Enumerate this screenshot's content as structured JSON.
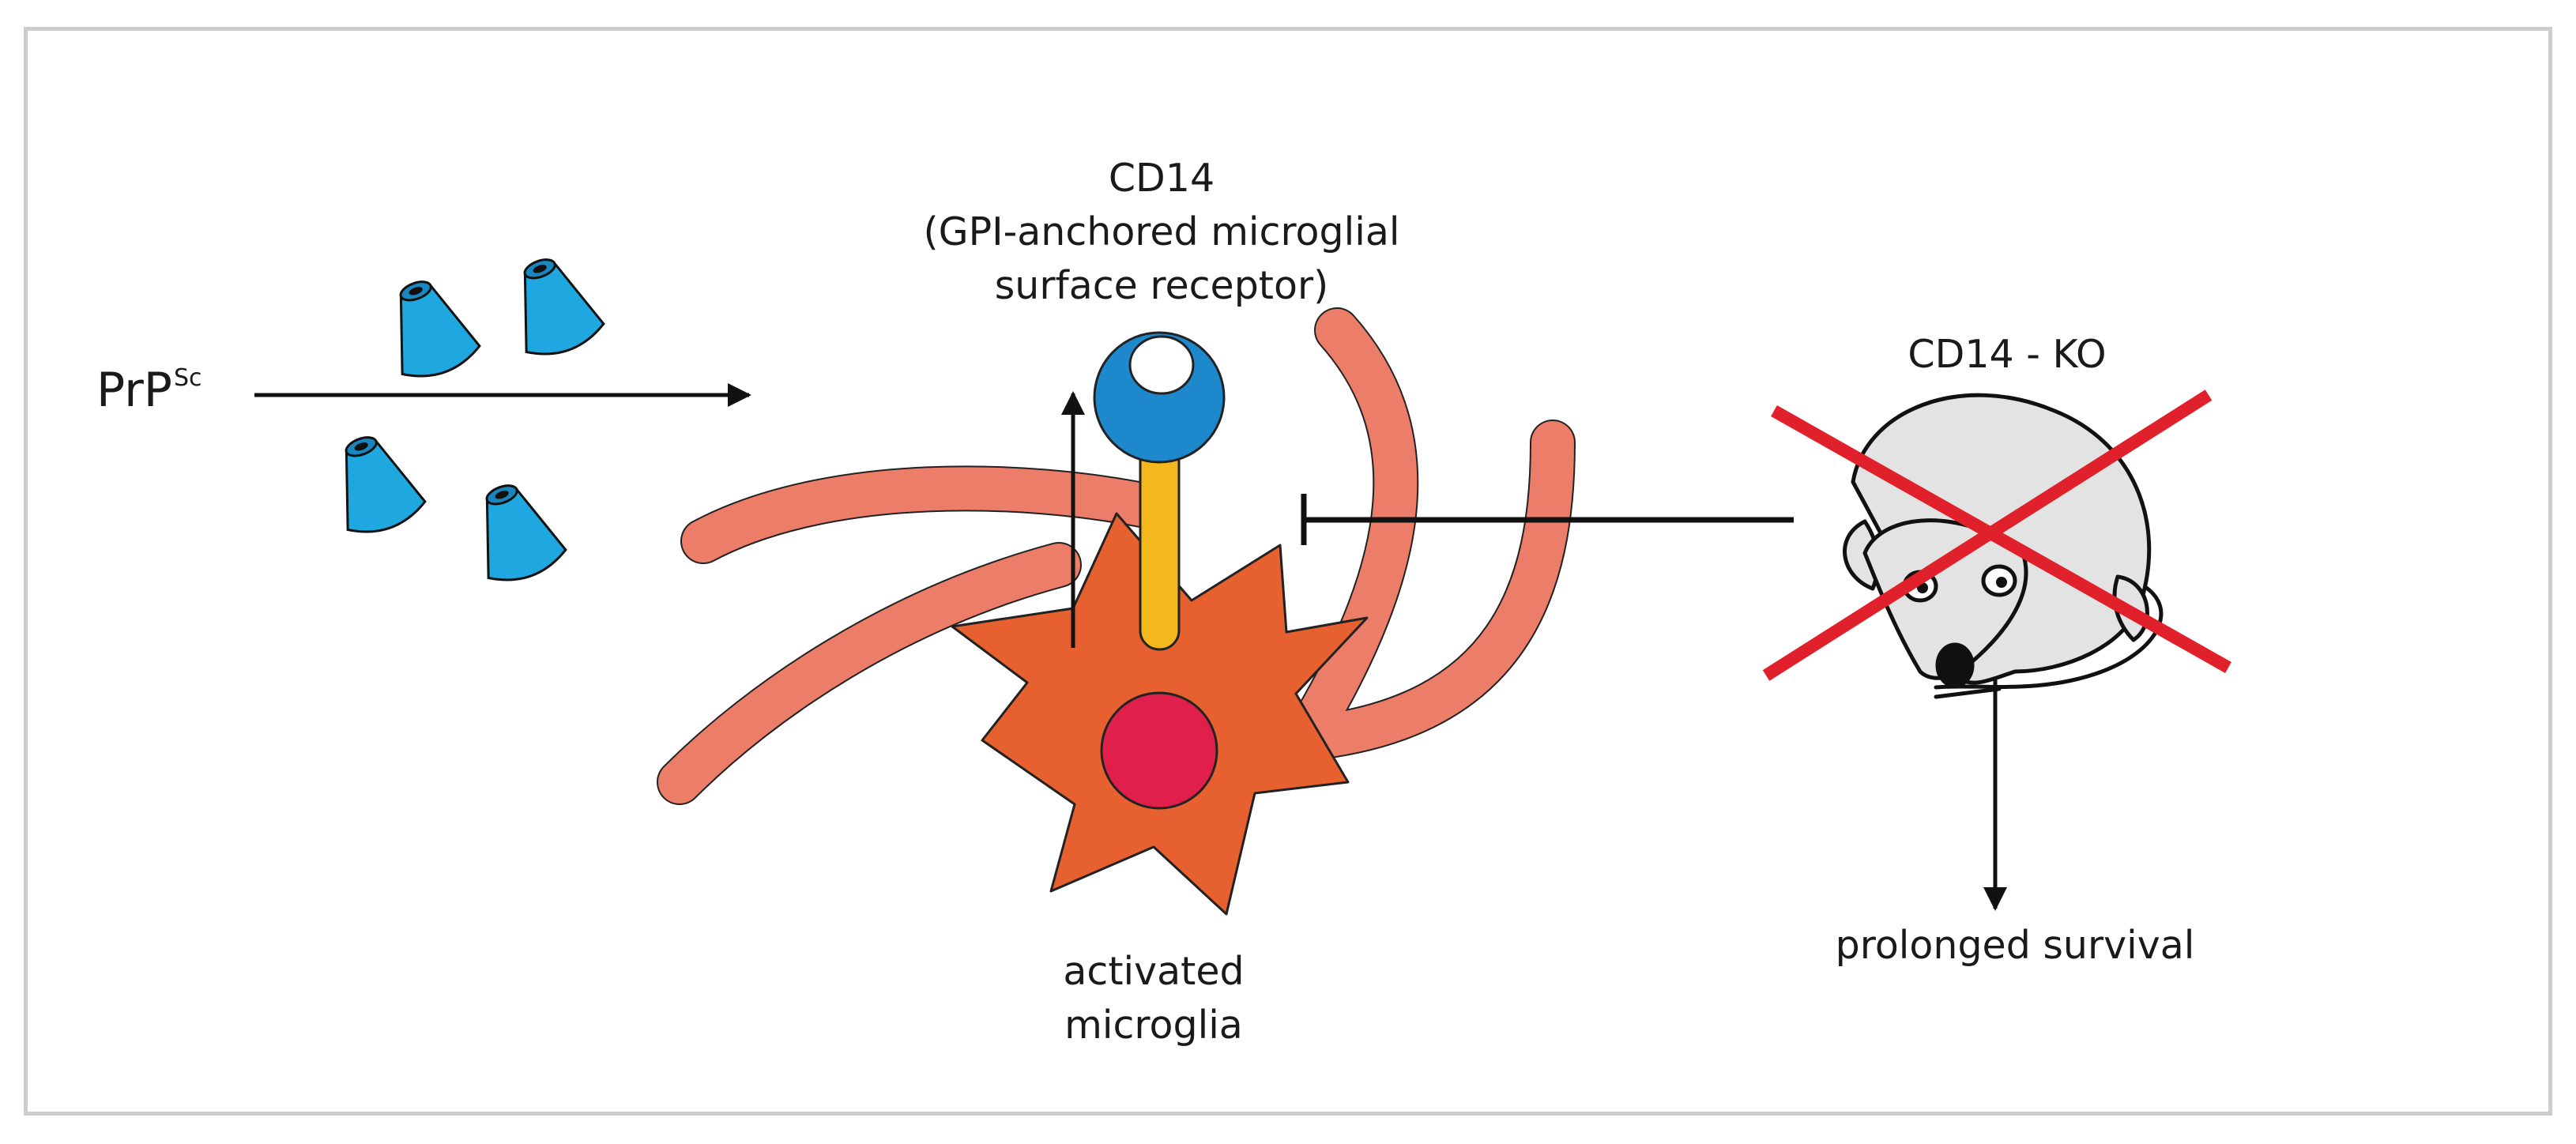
{
  "labels": {
    "prion": "PrP",
    "prion_superscript": "Sc",
    "receptor_name": "CD14",
    "receptor_desc_line1": "(GPI-anchored microglial",
    "receptor_desc_line2": "surface receptor)",
    "knockout": "CD14 - KO",
    "cell_line1": "activated",
    "cell_line2": "microglia",
    "outcome": "prolonged survival"
  },
  "colors": {
    "prion_blue": "#1fa8e0",
    "process_salmon": "#ec7d68",
    "cell_orange": "#e6612f",
    "nucleus_red": "#e0204a",
    "anchor_yellow": "#f4b81c",
    "receptor_blue": "#1e88cc",
    "cross_red": "#e0202a",
    "mouse_gray": "#e3e3e3",
    "border_gray": "#cdcdcd"
  },
  "icons": [
    "prion-aggregate-icon",
    "microglia-cell-icon",
    "cd14-receptor-icon",
    "mouse-icon",
    "red-cross-icon"
  ]
}
